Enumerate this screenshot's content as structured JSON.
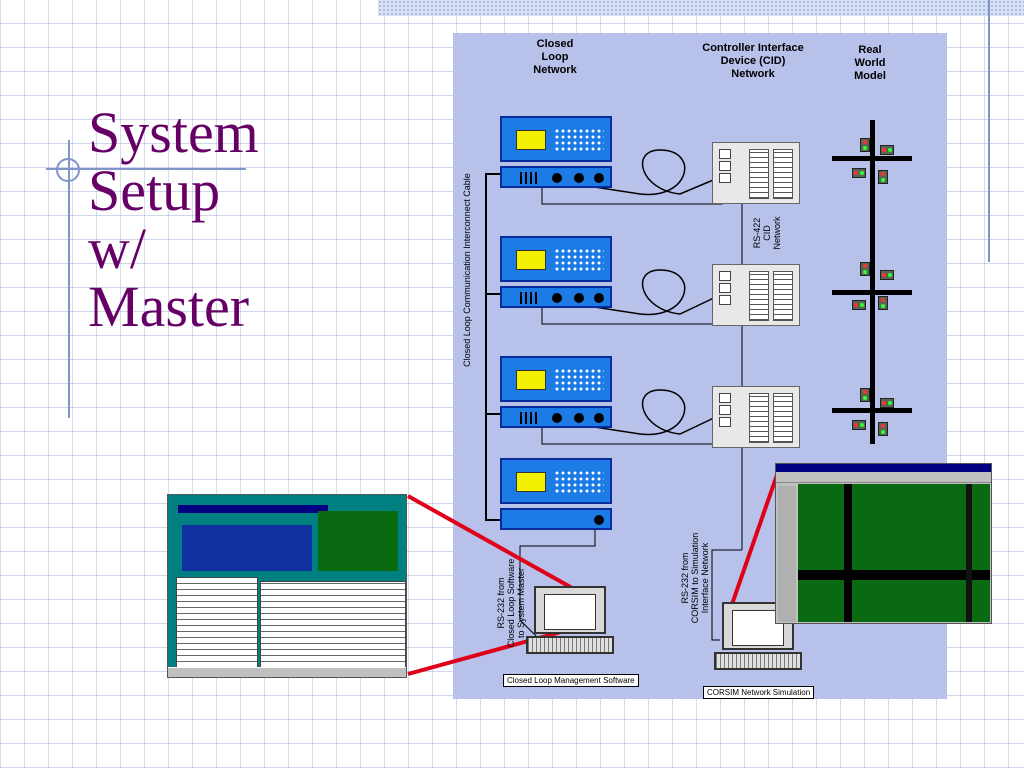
{
  "slide": {
    "title_lines": [
      "System",
      "Setup",
      "w/",
      "Master"
    ],
    "colors": {
      "title": "#660066",
      "panel": "#b7c1ea",
      "callout_line": "#e0001a"
    }
  },
  "diagram": {
    "column_closed_loop": "Closed\nLoop\nNetwork",
    "column_cid": "Controller Interface\nDevice (CID)\nNetwork",
    "column_real_world": "Real\nWorld\nModel",
    "label_interconnect": "Closed Loop Communication Interconnect Cable",
    "label_rs422": "RS-422\nCID\nNetwork",
    "label_rs232_master": "RS-232 from\nClosed  Loop Software\nto System Master",
    "label_rs232_corsim": "RS-232 from\nCORSIM to Simulation\nInterface Network",
    "caption_left_laptop": "Closed Loop Management Software",
    "caption_right_laptop": "CORSIM Network Simulation"
  }
}
